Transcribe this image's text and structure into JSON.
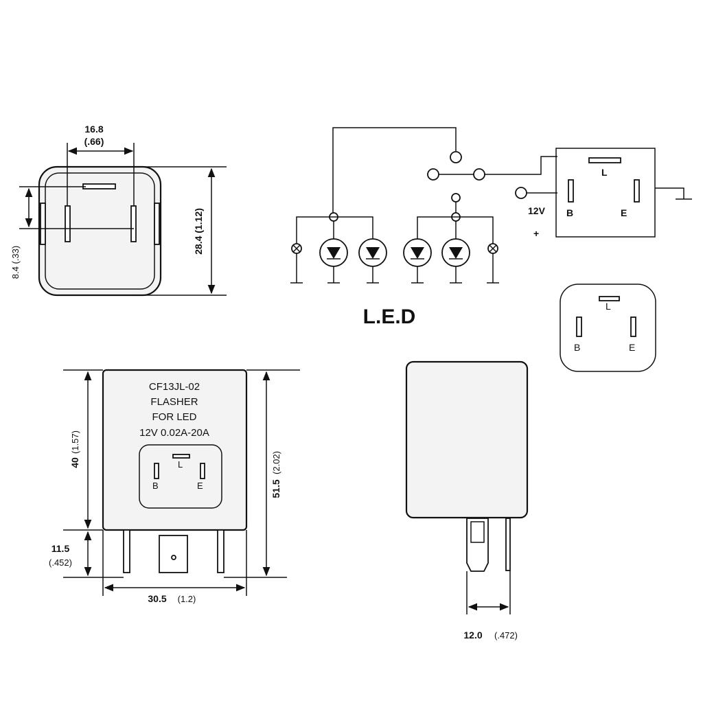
{
  "top_view": {
    "dim_width": "16.8",
    "dim_width_in": "(.66)",
    "dim_height": "28.4 (1.12)",
    "dim_pin_offset": "8.4 (.33)"
  },
  "circuit": {
    "label_12v": "12V",
    "label_plus": "+",
    "label_led": "L.E.D"
  },
  "connector_right": {
    "pin_l": "L",
    "pin_b": "B",
    "pin_e": "E"
  },
  "connector_small": {
    "pin_l": "L",
    "pin_b": "B",
    "pin_e": "E"
  },
  "front_view": {
    "line1": "CF13JL-02",
    "line2": "FLASHER",
    "line3": "FOR LED",
    "line4": "12V 0.02A-20A",
    "pin_l": "L",
    "pin_b": "B",
    "pin_e": "E",
    "dim_body": "40",
    "dim_body_in": "(1.57)",
    "dim_total": "51.5",
    "dim_total_in": "(2.02)",
    "dim_pin": "11.5",
    "dim_pin_in": "(.452)",
    "dim_width": "30.5",
    "dim_width_in": "(1.2)"
  },
  "side_view": {
    "dim_width": "12.0",
    "dim_width_in": "(.472)"
  }
}
